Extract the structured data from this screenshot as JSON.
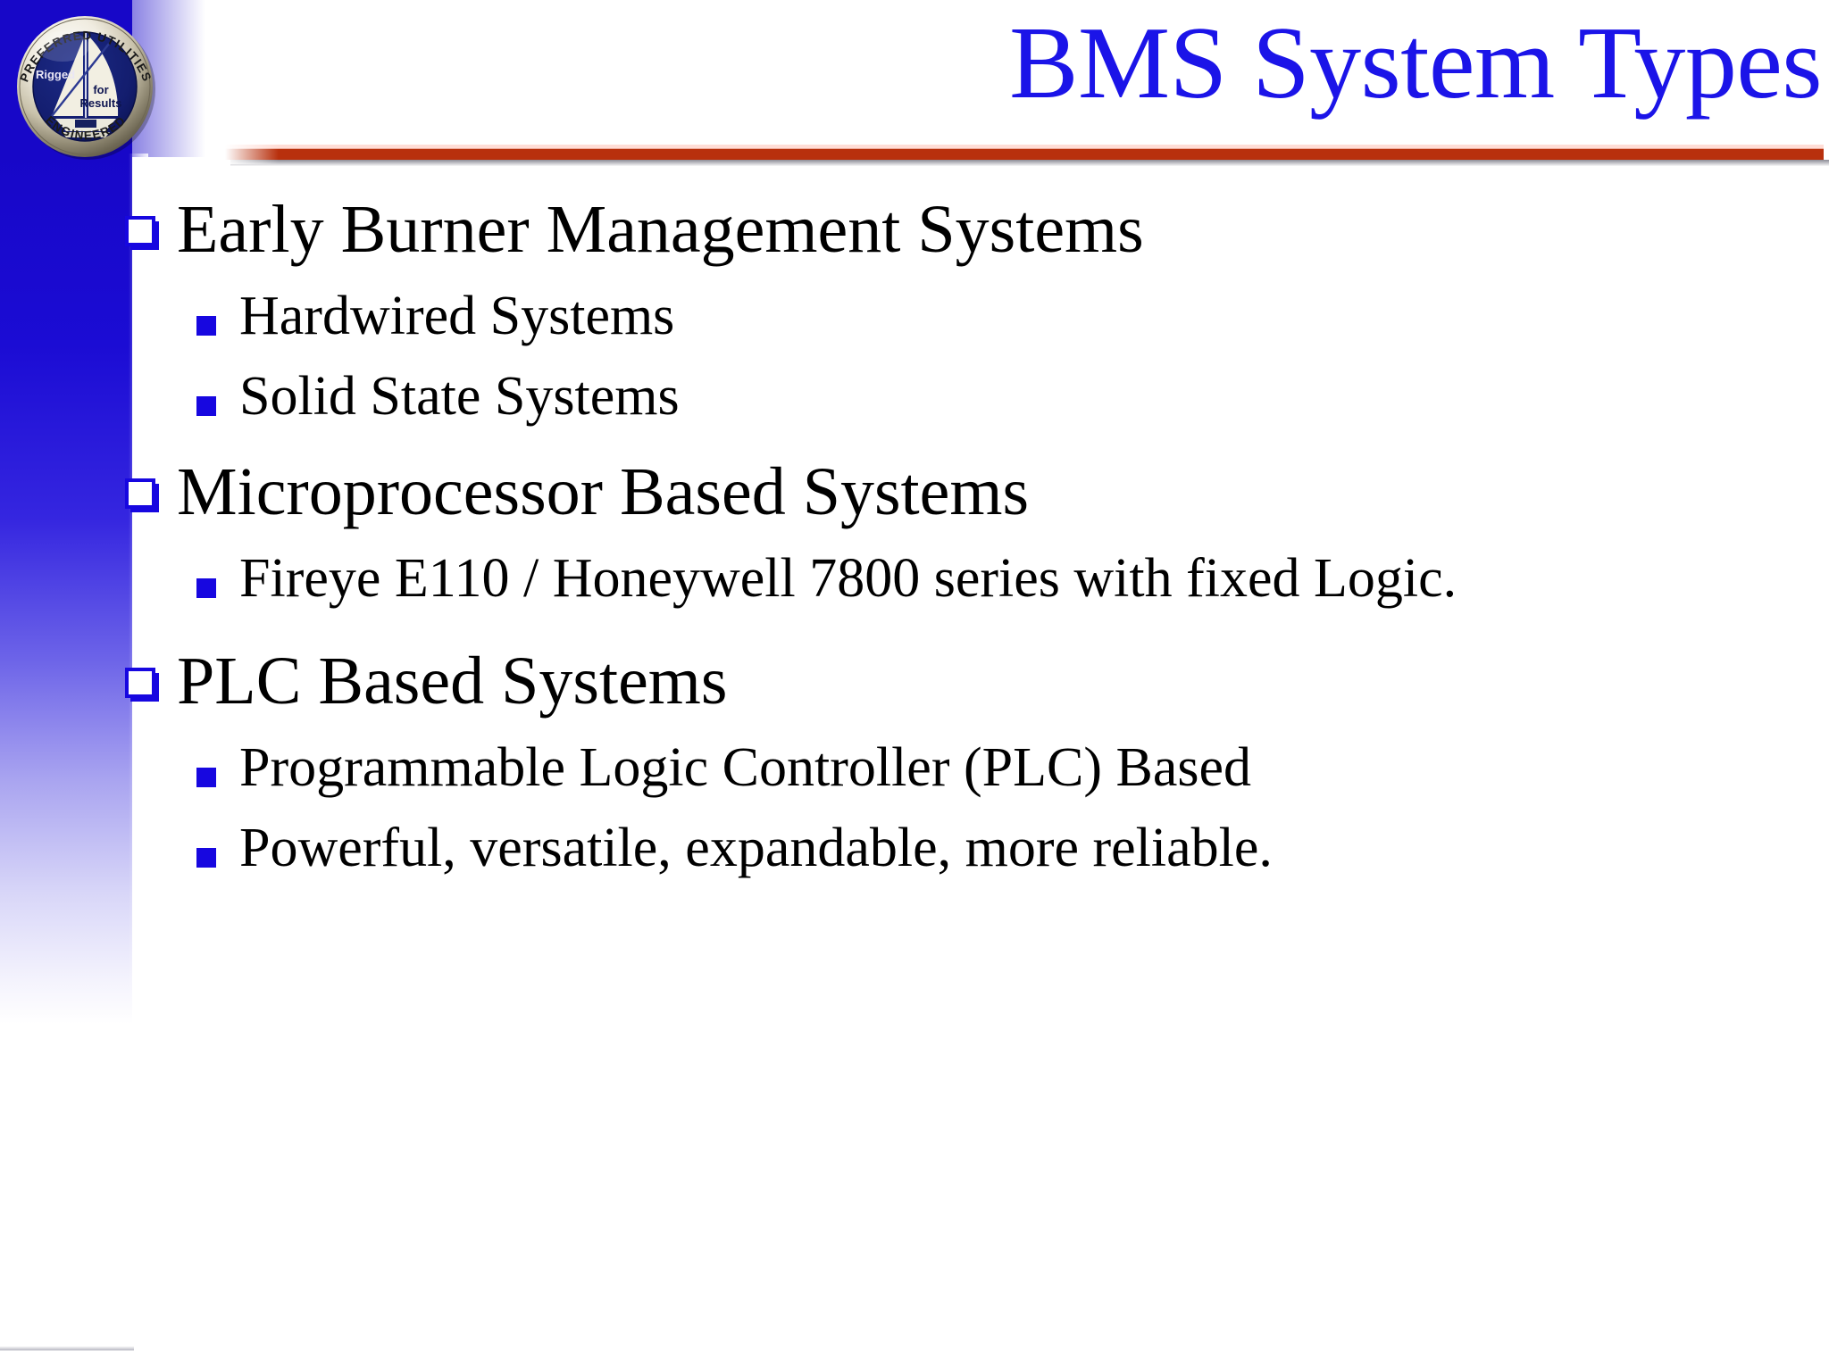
{
  "slide": {
    "title": "BMS System Types",
    "title_color": "#1b14e8",
    "rule_color": "#b8300d",
    "bullet_color": "#1707e0",
    "sidebar_color": "#1707c8",
    "background": "#ffffff"
  },
  "logo": {
    "name": "preferred-utilities-seal",
    "arc_top_text": "PREFERRED UTILITIES",
    "arc_bottom_text": "ENGINEERED",
    "inner_text_1": "Rigged",
    "inner_text_2": "for",
    "inner_text_3": "Results",
    "ring_color": "#e8e4d8",
    "field_color": "#131d6e"
  },
  "content": {
    "items": [
      {
        "level": 1,
        "bullet": "hollow-square-bullet",
        "text": "Early Burner Management Systems"
      },
      {
        "level": 2,
        "bullet": "solid-square-bullet",
        "text": "Hardwired Systems"
      },
      {
        "level": 2,
        "bullet": "solid-square-bullet",
        "text": "Solid State Systems"
      },
      {
        "level": 1,
        "bullet": "hollow-square-bullet",
        "text": "Microprocessor Based Systems"
      },
      {
        "level": 2,
        "bullet": "solid-square-bullet",
        "text": "Fireye E110 / Honeywell 7800 series with fixed Logic."
      },
      {
        "level": 1,
        "bullet": "hollow-square-bullet",
        "text": "PLC Based Systems"
      },
      {
        "level": 2,
        "bullet": "solid-square-bullet",
        "text": "Programmable Logic Controller (PLC) Based"
      },
      {
        "level": 2,
        "bullet": "solid-square-bullet",
        "text": "Powerful, versatile, expandable, more reliable."
      }
    ]
  }
}
